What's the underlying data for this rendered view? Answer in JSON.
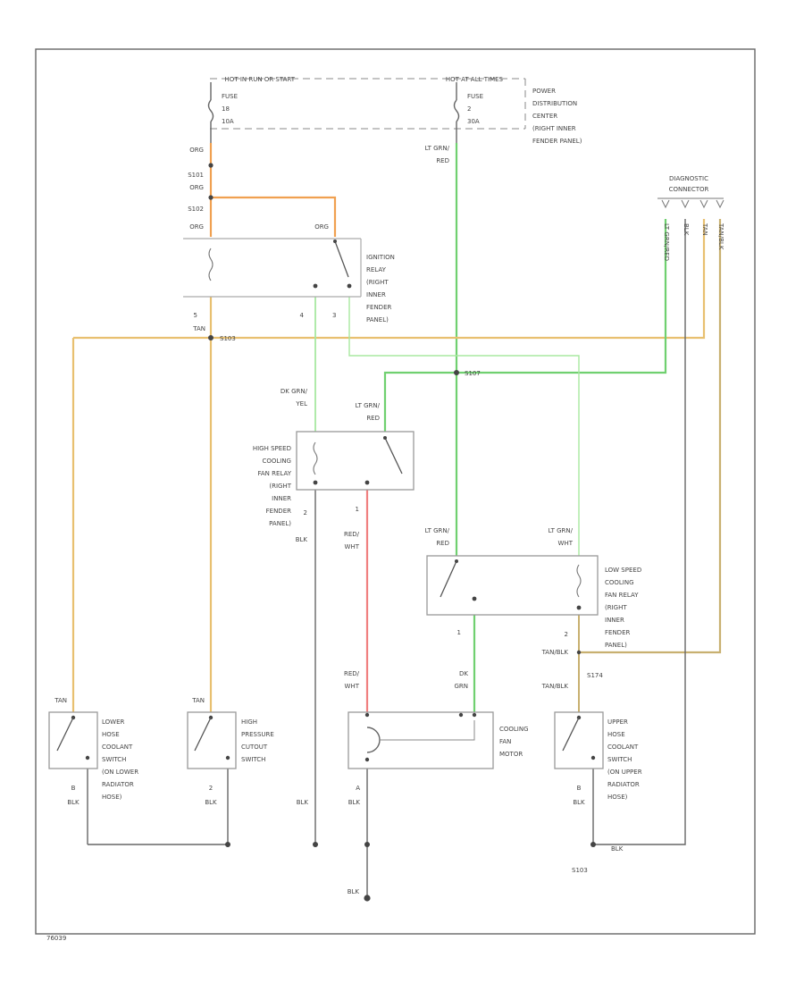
{
  "colors": {
    "orange": "#f0a050",
    "tan": "#e8c070",
    "light_green": "#a8e8a0",
    "green": "#70d070",
    "red": "#f08080",
    "black": "#555555",
    "tanblk": "#c8b070"
  },
  "header": {
    "hot_run_start": "HOT IN RUN OR START",
    "hot_all_times": "HOT AT ALL TIMES"
  },
  "fuses": {
    "left": [
      "FUSE",
      "18",
      "10A"
    ],
    "right": [
      "FUSE",
      "2",
      "30A"
    ]
  },
  "pdc_label": [
    "POWER",
    "DISTRIBUTION",
    "CENTER",
    "(RIGHT INNER",
    "FENDER PANEL)"
  ],
  "wires": {
    "org": "ORG",
    "lt_grn_red": [
      "LT GRN/",
      "RED"
    ],
    "dk_grn_yel": [
      "DK GRN/",
      "YEL"
    ],
    "red_wht": [
      "RED/",
      "WHT"
    ],
    "lt_grn_wht": [
      "LT GRN/",
      "WHT"
    ],
    "dk_grn": [
      "DK",
      "GRN"
    ],
    "tan": "TAN",
    "tan_blk": "TAN/BLK",
    "blk": "BLK"
  },
  "splices": {
    "s101": "S101",
    "s102": "S102",
    "s103": "S103",
    "s107": "S107",
    "s174": "S174",
    "s103b": "S103"
  },
  "pins": {
    "ign_5": "5",
    "ign_4": "4",
    "ign_3": "3",
    "hs_2": "2",
    "hs_1": "1",
    "ls_1": "1",
    "ls_2": "2",
    "lower_b": "B",
    "hp_2": "2",
    "fan_a": "A",
    "upper_b": "B"
  },
  "components": {
    "ignition_relay": [
      "IGNITION",
      "RELAY",
      "(RIGHT",
      "INNER",
      "FENDER",
      "PANEL)"
    ],
    "high_speed_relay": [
      "HIGH SPEED",
      "COOLING",
      "FAN RELAY",
      "(RIGHT",
      "INNER",
      "FENDER",
      "PANEL)"
    ],
    "low_speed_relay": [
      "LOW SPEED",
      "COOLING",
      "FAN RELAY",
      "(RIGHT",
      "INNER",
      "FENDER",
      "PANEL)"
    ],
    "lower_switch": [
      "LOWER",
      "HOSE",
      "COOLANT",
      "SWITCH",
      "(ON LOWER",
      "RADIATOR",
      "HOSE)"
    ],
    "high_pressure_switch": [
      "HIGH",
      "PRESSURE",
      "CUTOUT",
      "SWITCH"
    ],
    "fan_motor": [
      "COOLING",
      "FAN",
      "MOTOR"
    ],
    "upper_switch": [
      "UPPER",
      "HOSE",
      "COOLANT",
      "SWITCH",
      "(ON UPPER",
      "RADIATOR",
      "HOSE)"
    ]
  },
  "diag_connector": {
    "title": [
      "DIAGNOSTIC",
      "CONNECTOR"
    ],
    "pins": [
      "LT GRN/RED",
      "BLK",
      "TAN",
      "TAN/BLK"
    ]
  },
  "figure_id": "76039"
}
